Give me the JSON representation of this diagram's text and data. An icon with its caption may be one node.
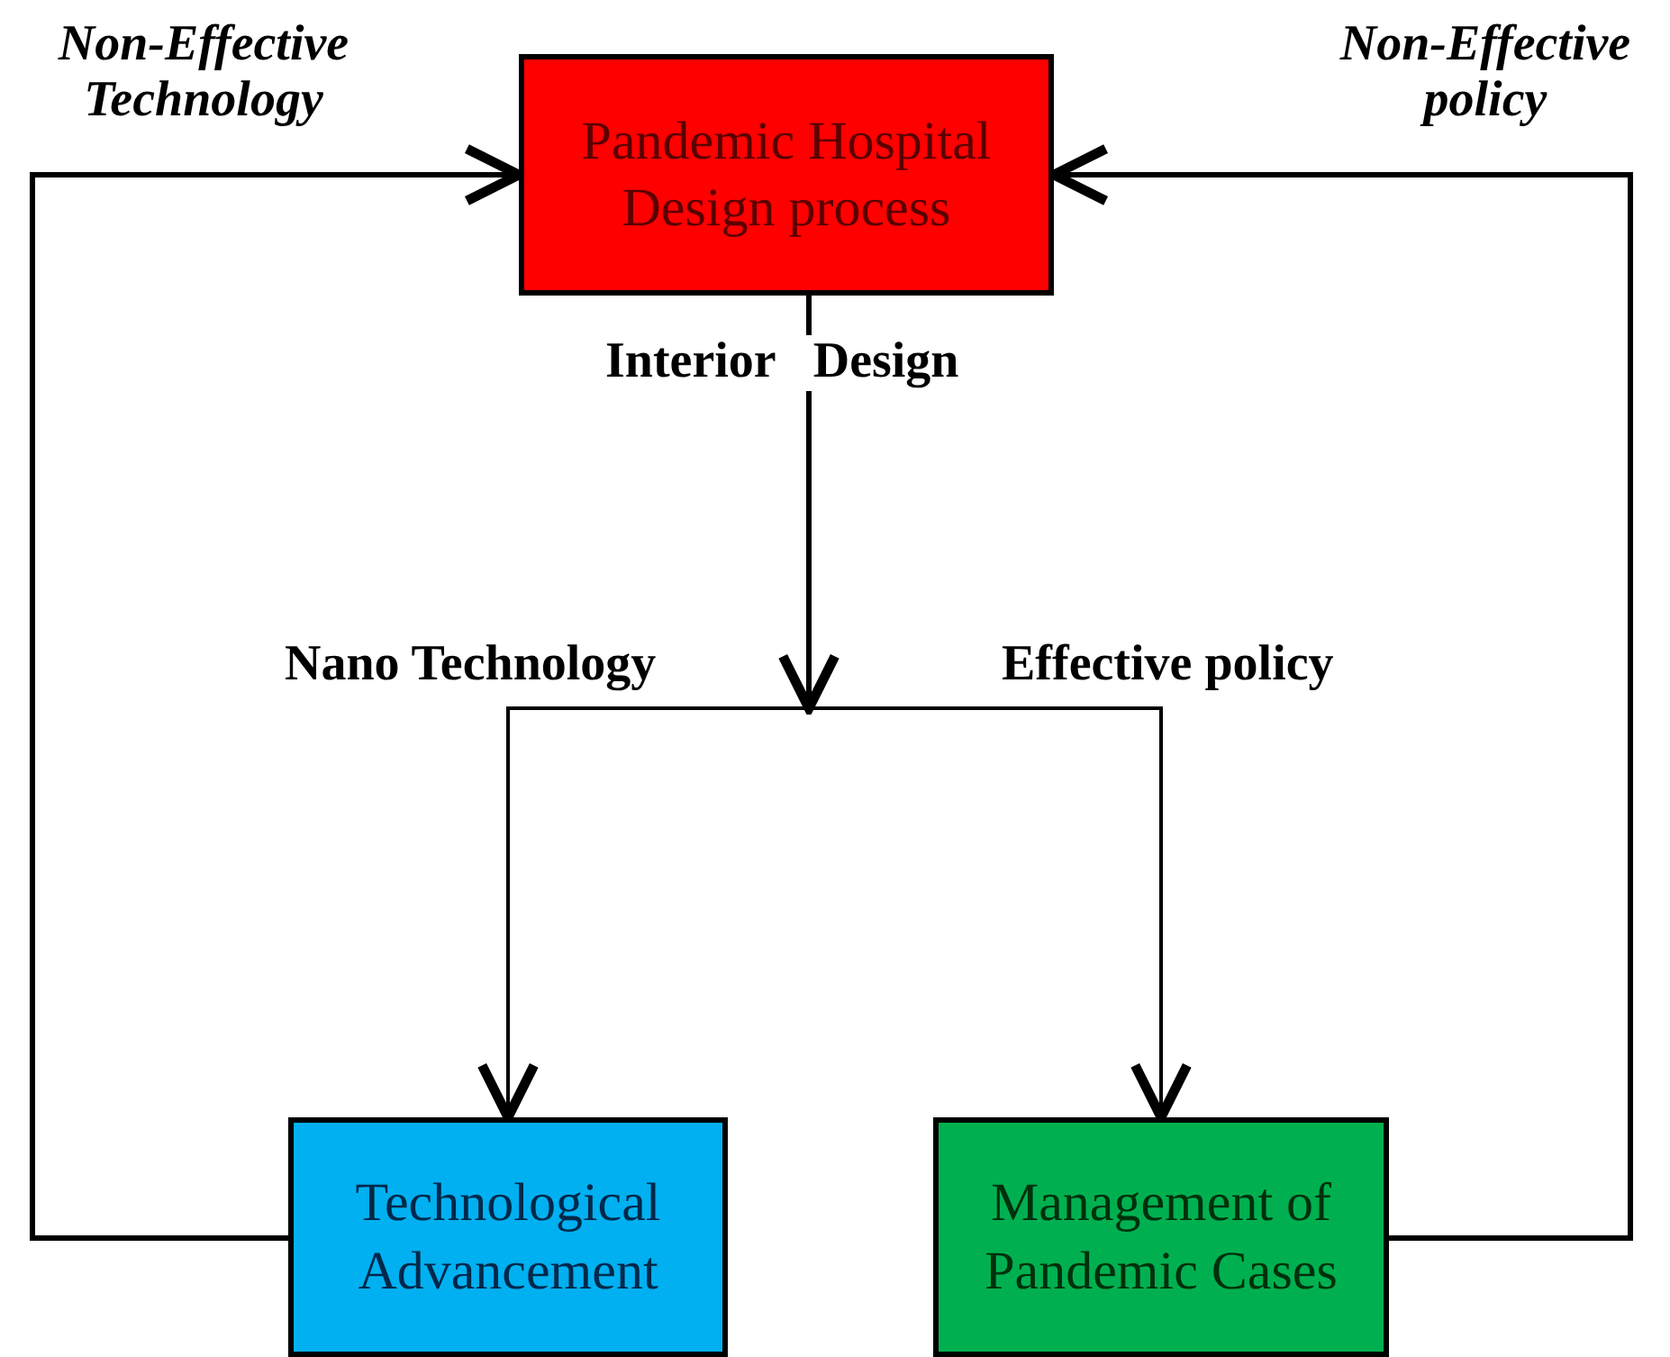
{
  "diagram": {
    "nodes": [
      {
        "text": [
          "Pandemic Hospital Design process"
        ]
      },
      {
        "text": [
          "Technological Advancement"
        ]
      },
      {
        "text": [
          "Management of Pandemic Cases"
        ]
      }
    ],
    "edges": [
      {
        "from": 0,
        "to": 1,
        "arrow": "to",
        "label": "Nano Technology"
      },
      {
        "from": 0,
        "to": 2,
        "arrow": "to",
        "label": "Effective policy"
      },
      {
        "from": 1,
        "to": 0,
        "arrow": "to",
        "label": "Non-Effective Technology"
      },
      {
        "from": 2,
        "to": 0,
        "arrow": "to",
        "label": "Non-Effective policy"
      }
    ],
    "labels": [
      "Interior Design"
    ]
  }
}
